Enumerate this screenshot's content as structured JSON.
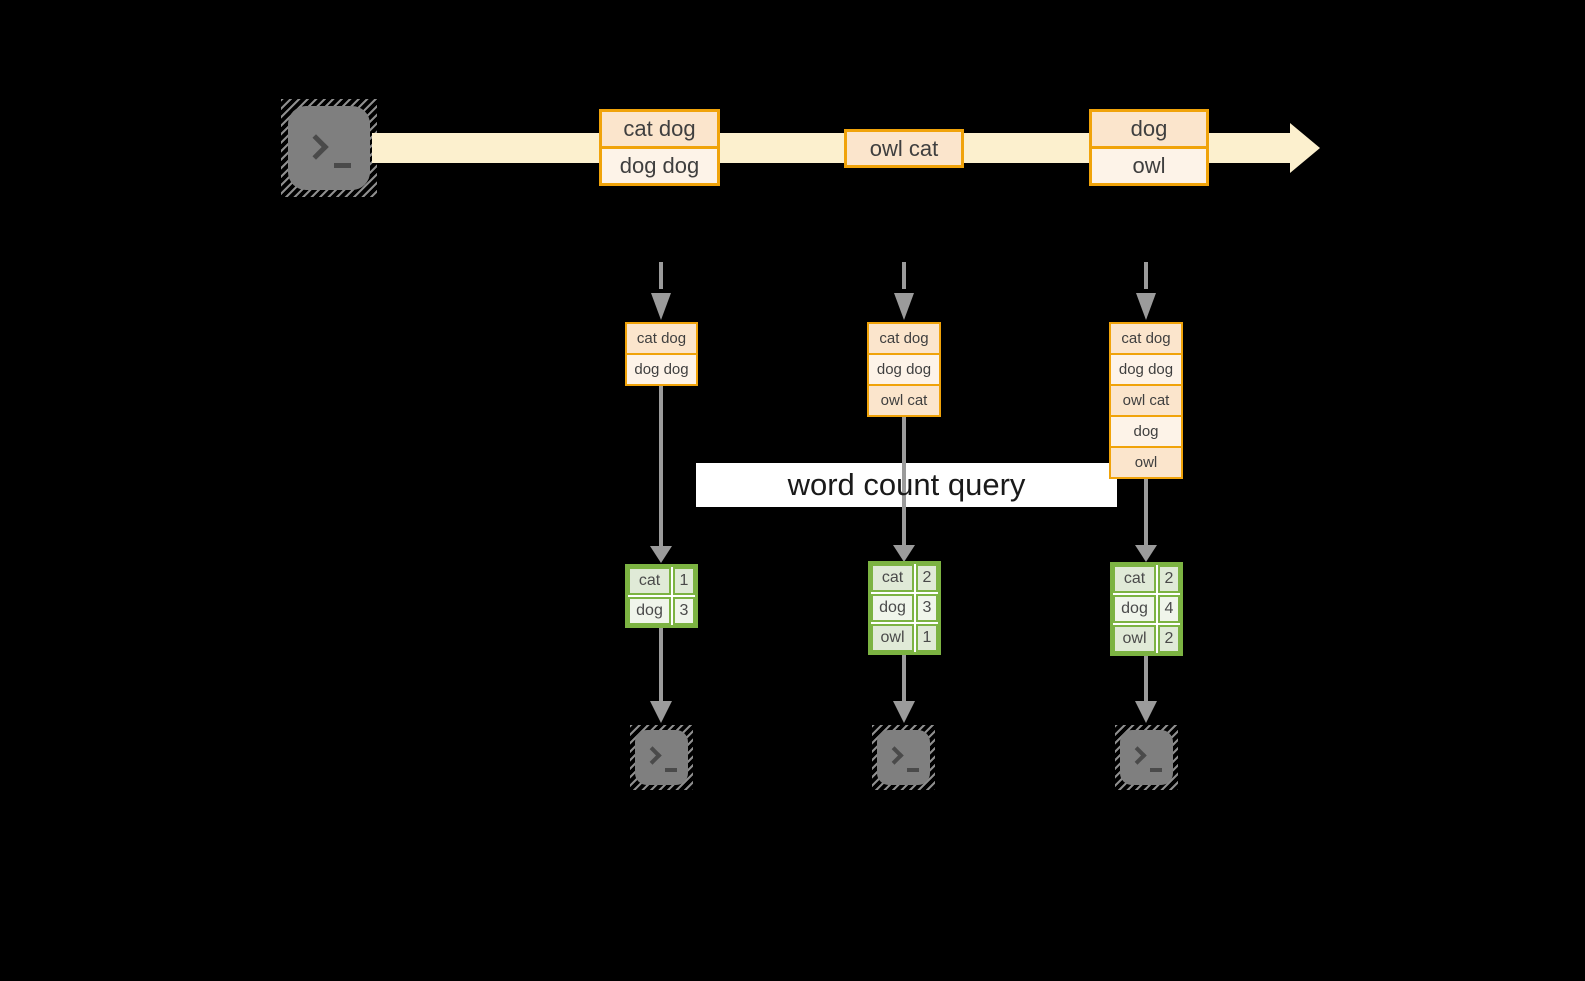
{
  "diagram": {
    "query_label": "word count query",
    "stream_events": [
      {
        "lines": [
          "cat dog",
          "dog dog"
        ]
      },
      {
        "lines": [
          "owl cat"
        ]
      },
      {
        "lines": [
          "dog",
          "owl"
        ]
      }
    ],
    "batches": [
      {
        "buffer": [
          "cat dog",
          "dog dog"
        ],
        "counts": [
          [
            "cat",
            "1"
          ],
          [
            "dog",
            "3"
          ]
        ]
      },
      {
        "buffer": [
          "cat dog",
          "dog dog",
          "owl cat"
        ],
        "counts": [
          [
            "cat",
            "2"
          ],
          [
            "dog",
            "3"
          ],
          [
            "owl",
            "1"
          ]
        ]
      },
      {
        "buffer": [
          "cat dog",
          "dog dog",
          "owl cat",
          "dog",
          "owl"
        ],
        "counts": [
          [
            "cat",
            "2"
          ],
          [
            "dog",
            "4"
          ],
          [
            "owl",
            "2"
          ]
        ]
      }
    ],
    "colors": {
      "orange_border": "#F0A30A",
      "peach_fill": "#FBE5CC",
      "cream_fill": "#FDF3E8",
      "stream_fill": "#FCF0CE",
      "green_border": "#7CB342",
      "sage_fill": "#E0EAD7",
      "sage_light_fill": "#F0F5EB",
      "arrow_gray": "#9B9B9B",
      "terminal_gray": "#7F7F7F"
    }
  }
}
